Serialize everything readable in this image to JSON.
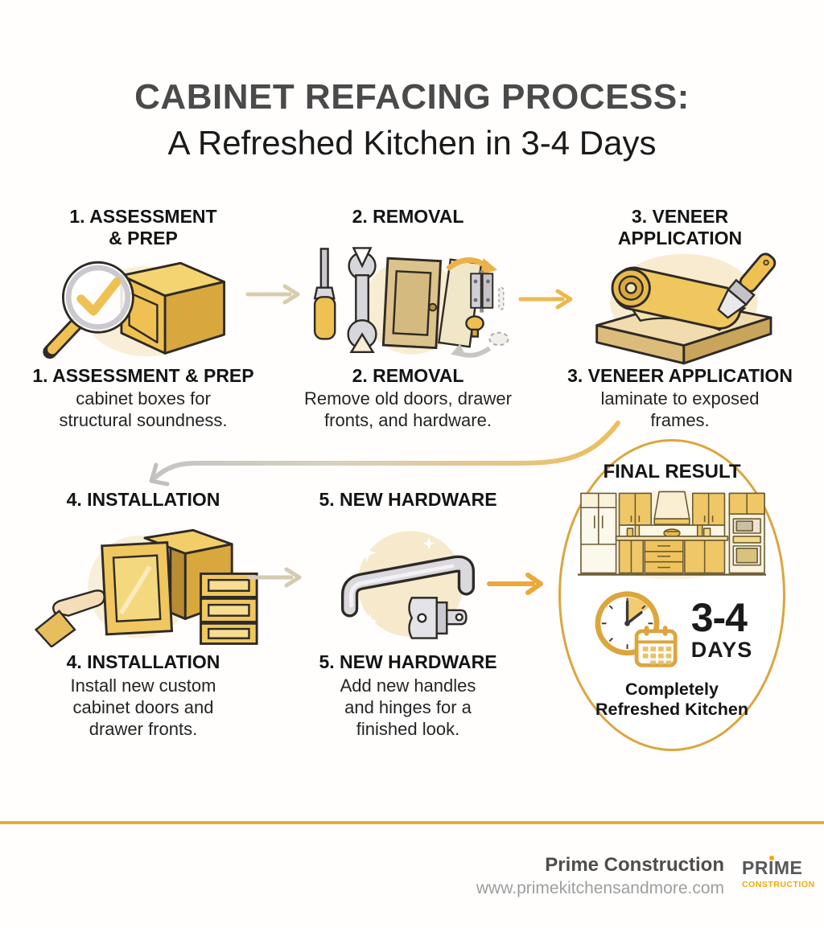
{
  "title": {
    "line1": "CABINET REFACING PROCESS:",
    "line2": "A Refreshed Kitchen in 3-4 Days"
  },
  "steps": [
    {
      "header_line1": "1. ASSESSMENT",
      "header_line2": "& PREP",
      "label": "1. ASSESSMENT & PREP",
      "description": "cabinet boxes for structural soundness.",
      "icon": "magnifier-check-cabinet-box"
    },
    {
      "header_line1": "2. REMOVAL",
      "header_line2": "",
      "label": "2. REMOVAL",
      "description": "Remove old doors, drawer fronts, and hardware.",
      "icon": "screwdriver-wrench-door-hardware"
    },
    {
      "header_line1": "3. VENEER",
      "header_line2": "APPLICATION",
      "label": "3. VENEER APPLICATION",
      "description": "laminate to exposed frames.",
      "icon": "veneer-roll-brush-board"
    },
    {
      "header_line1": "4. INSTALLATION",
      "header_line2": "",
      "label": "4. INSTALLATION",
      "description": "Install new custom cabinet doors and drawer fronts.",
      "icon": "hand-installing-cabinet-door"
    },
    {
      "header_line1": "5. NEW HARDWARE",
      "header_line2": "",
      "label": "5. NEW HARDWARE",
      "description": "Add new handles and hinges for a finished look.",
      "icon": "handle-hinge-sparkles"
    }
  ],
  "final_result": {
    "header": "FINAL RESULT",
    "duration_value": "3-4",
    "duration_unit": "DAYS",
    "caption": "Completely Refreshed Kitchen",
    "kitchen_icon": "refreshed-kitchen",
    "time_icon": "clock-calendar"
  },
  "footer": {
    "company": "Prime Construction",
    "website": "www.primekitchensandmore.com",
    "logo_title": "PRIME",
    "logo_subtitle": "CONSTRUCTION"
  },
  "colors": {
    "gold": "#E8A93B",
    "gold_light": "#EFC75E",
    "cream_blob": "#F8ECD2",
    "tan_arrow": "#D9CCAE",
    "oval_border": "#DCA53E",
    "text_dark": "#141414",
    "title_gray": "#4A4A4A",
    "website_gray": "#9E9E9E",
    "logo_gray": "#57585A",
    "logo_gold": "#F0A90B"
  }
}
